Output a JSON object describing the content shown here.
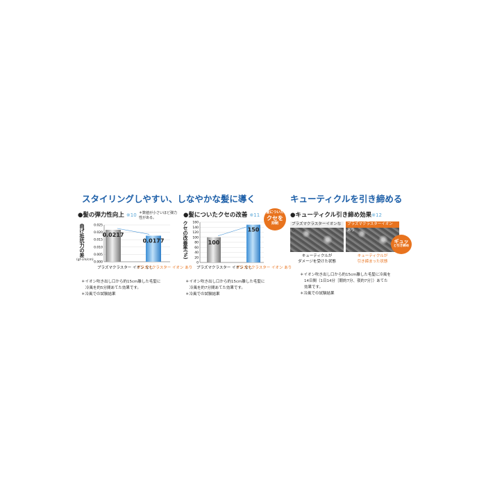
{
  "left_title": "スタイリングしやすい、しなやかな髪に導く",
  "right_title": "キューティクルを引き締める",
  "chart_data": [
    {
      "type": "bar",
      "title": "●髪の弾力性向上",
      "ref": "※10",
      "annotation": "＊数値が小さいほど弾力性がある。",
      "ylabel": "曲げ抵抗力の差",
      "yunit": "(gf·cm/cm)",
      "ylim": [
        0,
        0.025
      ],
      "yticks": [
        "0.025",
        "0.020",
        "0.015",
        "0.010",
        "0.005",
        "0.000"
      ],
      "categories": [
        "プラズマクラスター イオン なし",
        "プラズマクラスター イオン あり"
      ],
      "values": [
        0.0217,
        0.0177
      ],
      "labels": [
        "0.0217",
        "0.0177"
      ],
      "notes": [
        "＊イオン吹き出し口から約15cm離した毛髪に",
        "冷風を約5分間あてた効果です。",
        "＊冷風での試験結果"
      ]
    },
    {
      "type": "bar",
      "title": "●髪についたクセの改善",
      "ref": "※11",
      "ylabel": "クセの改善率",
      "yunit": "(%)",
      "ylim": [
        0,
        160
      ],
      "yticks": [
        "160",
        "140",
        "120",
        "100",
        "80",
        "60",
        "40",
        "20",
        "0"
      ],
      "categories": [
        "プラズマクラスター イオン なし",
        "プラズマクラスター イオン あり"
      ],
      "values": [
        100,
        150
      ],
      "labels": [
        "100",
        "150"
      ],
      "bubble": [
        "髪についた",
        "クセを",
        "抑制"
      ],
      "notes": [
        "＊イオン吹き出し口から約15cm離した毛髪に",
        "冷風を約7分間あてた効果です。",
        "＊冷風での試験結果"
      ]
    }
  ],
  "cuticle": {
    "title": "●キューティクル引き締め効果",
    "ref": "※12",
    "without": "プラズマクラスターイオンなし",
    "with": "プラズマクラスターイオン あり",
    "cap_without": [
      "キューティクルが",
      "ダメージを受けた状態"
    ],
    "cap_with": [
      "キューティクルが",
      "引き締まった状態"
    ],
    "bubble": [
      "ギュッ",
      "と引き締め"
    ],
    "notes": [
      "＊イオン吹き出し口から約15cm離した毛髪に冷風を",
      "14日間（1日14分［朝約7分、夜約7分］）あてた",
      "効果です。",
      "＊冷風での試験結果"
    ]
  },
  "colors": {
    "accent": "#1d5fa8",
    "orange": "#e8731e"
  }
}
